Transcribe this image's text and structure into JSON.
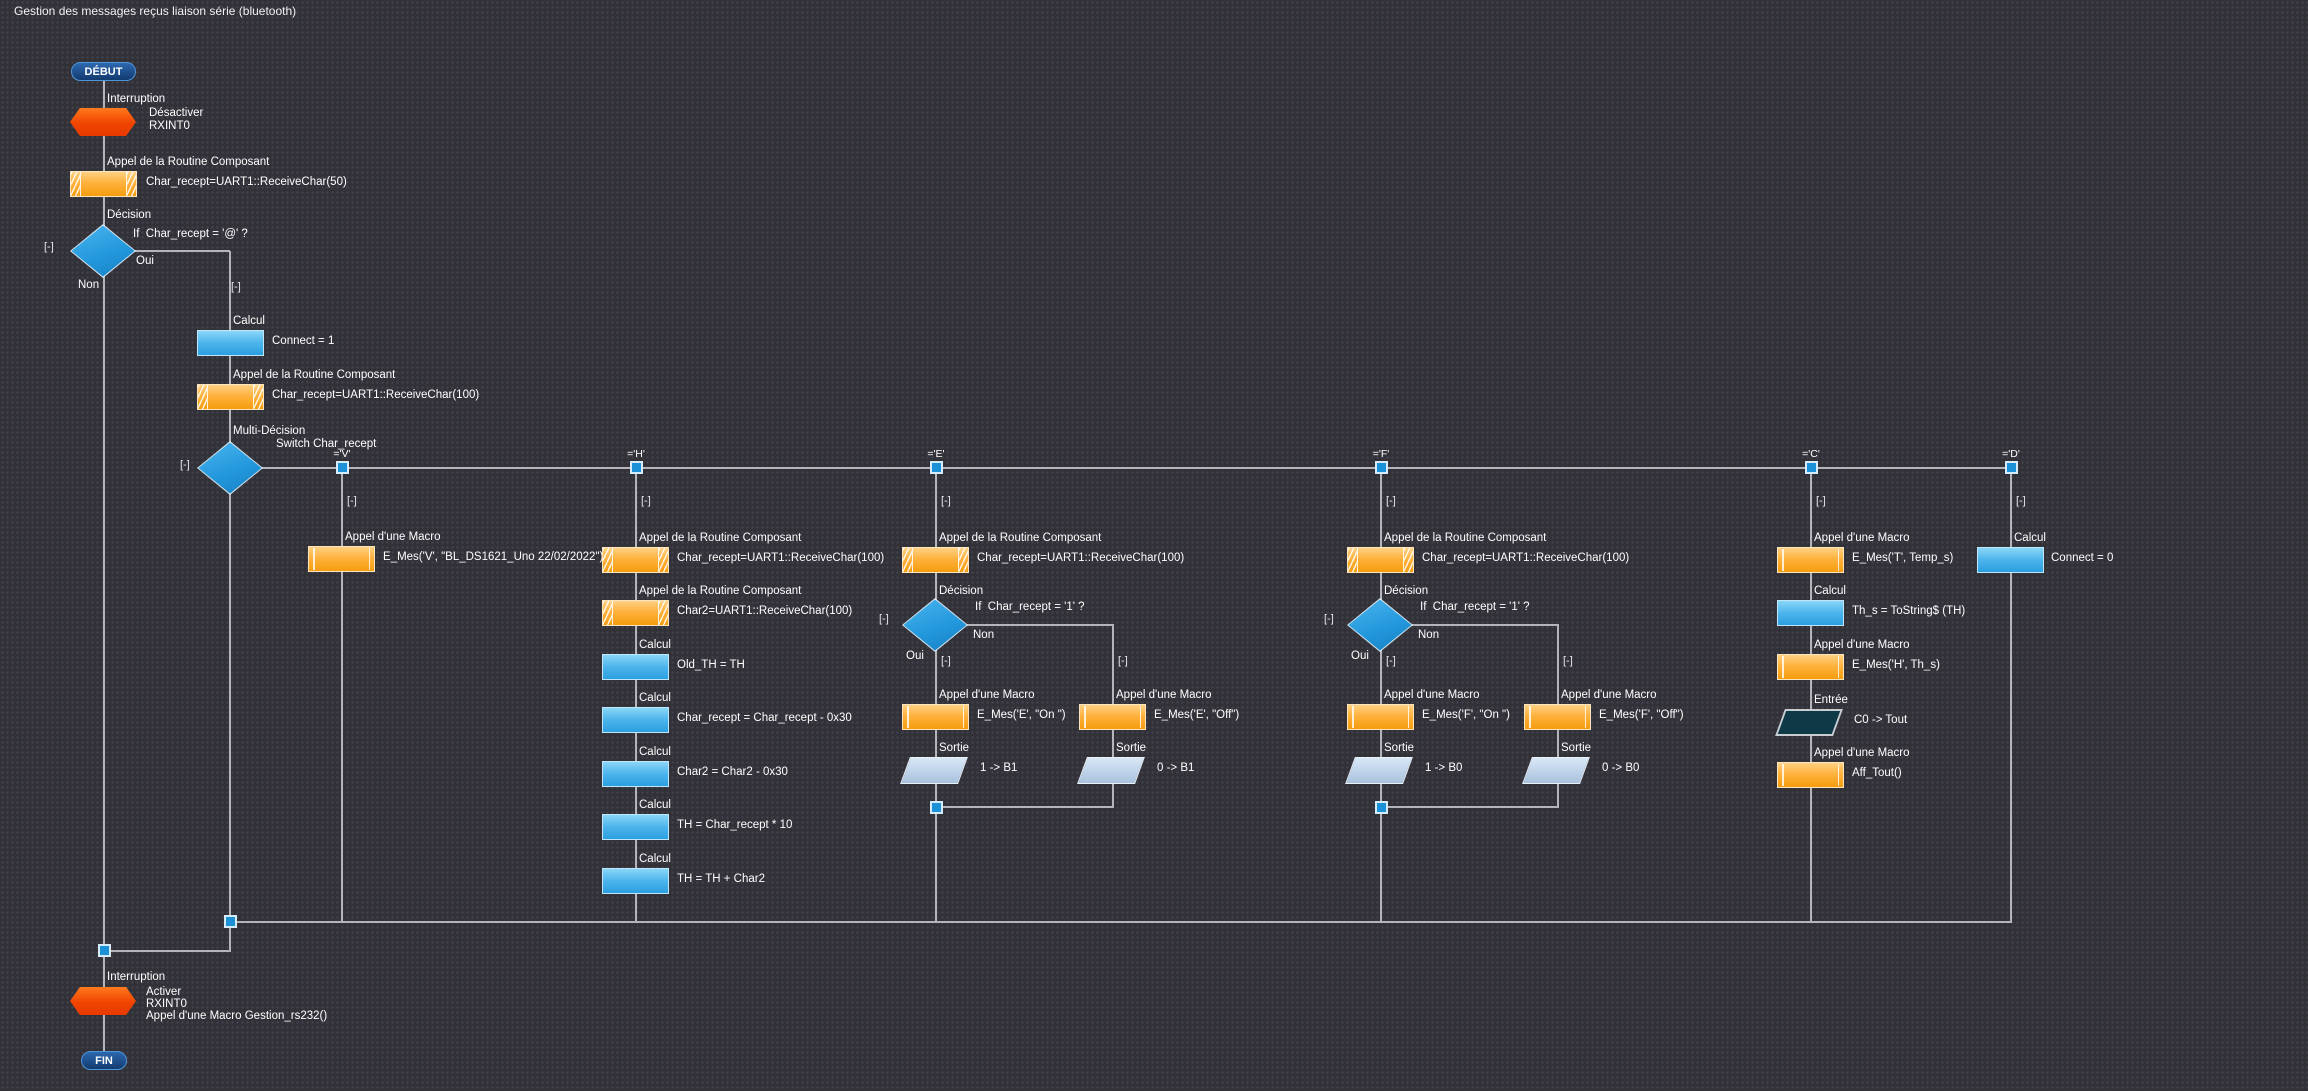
{
  "title": "Gestion des messages reçus liaison série (bluetooth)",
  "ui": {
    "collapse": "[-]"
  },
  "terminals": {
    "start": "DÉBUT",
    "end": "FIN"
  },
  "labels": {
    "interrupt": "Interruption",
    "routine": "Appel de la Routine Composant",
    "macro": "Appel d'une Macro",
    "calc": "Calcul",
    "decision": "Décision",
    "multi": "Multi-Décision",
    "output": "Sortie",
    "input": "Entrée",
    "yes": "Oui",
    "no": "Non"
  },
  "main": {
    "int_disable": {
      "line1": "Désactiver",
      "line2": "RXINT0"
    },
    "recv50": "Char_recept=UART1::ReceiveChar(50)",
    "dec_at": "If  Char_recept = '@' ?",
    "connect1": "Connect = 1",
    "recv100": "Char_recept=UART1::ReceiveChar(100)",
    "switch_text": "Switch Char_recept",
    "int_enable": {
      "line1": "Activer",
      "line2": "RXINT0",
      "line3": "Appel d'une Macro Gestion_rs232()"
    }
  },
  "cases": {
    "v": "='V'",
    "h": "='H'",
    "e": "='E'",
    "f": "='F'",
    "c": "='C'",
    "d": "='D'"
  },
  "branch_v": {
    "macro": "E_Mes('V', \"BL_DS1621_Uno 22/02/2022\")"
  },
  "branch_h": {
    "recv1": "Char_recept=UART1::ReceiveChar(100)",
    "recv2": "Char2=UART1::ReceiveChar(100)",
    "c1": "Old_TH = TH",
    "c2": "Char_recept = Char_recept - 0x30",
    "c3": "Char2 = Char2 - 0x30",
    "c4": "TH = Char_recept * 10",
    "c5": "TH = TH + Char2"
  },
  "branch_e": {
    "recv": "Char_recept=UART1::ReceiveChar(100)",
    "dec": "If  Char_recept = '1' ?",
    "on": "E_Mes('E', \"On \")",
    "out_on": "1 -> B1",
    "off": "E_Mes('E', \"Off\")",
    "out_off": "0 -> B1"
  },
  "branch_f": {
    "recv": "Char_recept=UART1::ReceiveChar(100)",
    "dec": "If  Char_recept = '1' ?",
    "on": "E_Mes('F', \"On \")",
    "out_on": "1 -> B0",
    "off": "E_Mes('F', \"Off\")",
    "out_off": "0 -> B0"
  },
  "branch_c": {
    "t": "E_Mes('T', Temp_s)",
    "calc": "Th_s = ToString$ (TH)",
    "h": "E_Mes('H', Th_s)",
    "input": "C0 -> Tout",
    "aff": "Aff_Tout()"
  },
  "branch_d": {
    "calc": "Connect = 0"
  }
}
